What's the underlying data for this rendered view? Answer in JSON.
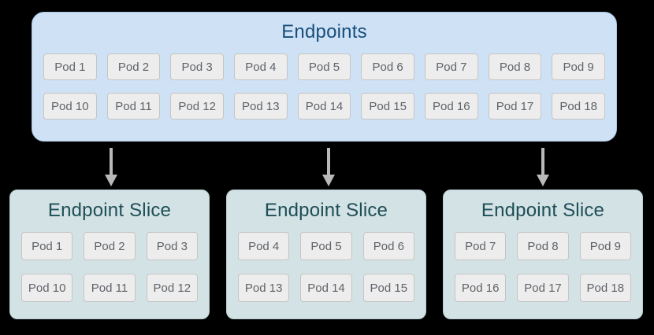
{
  "colors": {
    "page_bg": "#000000",
    "endpoints_bg": "#cfe1f4",
    "endpoints_border": "#a9c7e5",
    "endpoints_title": "#174e7c",
    "slice_bg": "#d3e2e4",
    "slice_border": "#b7ced2",
    "slice_title": "#1e4e57",
    "pod_bg": "#ededed",
    "pod_border": "#c5c5c5",
    "pod_text": "#5f6368",
    "arrow": "#b9b9b9"
  },
  "icons": {
    "down_arrow_icon": "css-triangle-down"
  },
  "endpoints_box": {
    "title": "Endpoints",
    "pods": [
      "Pod 1",
      "Pod 2",
      "Pod 3",
      "Pod 4",
      "Pod 5",
      "Pod 6",
      "Pod 7",
      "Pod 8",
      "Pod 9",
      "Pod 10",
      "Pod 11",
      "Pod 12",
      "Pod 13",
      "Pod 14",
      "Pod 15",
      "Pod 16",
      "Pod 17",
      "Pod 18"
    ]
  },
  "slices": [
    {
      "title": "Endpoint Slice",
      "pods": [
        "Pod 1",
        "Pod 2",
        "Pod 3",
        "Pod 10",
        "Pod 11",
        "Pod 12"
      ]
    },
    {
      "title": "Endpoint Slice",
      "pods": [
        "Pod 4",
        "Pod 5",
        "Pod 6",
        "Pod 13",
        "Pod 14",
        "Pod 15"
      ]
    },
    {
      "title": "Endpoint Slice",
      "pods": [
        "Pod 7",
        "Pod 8",
        "Pod 9",
        "Pod 16",
        "Pod 17",
        "Pod 18"
      ]
    }
  ]
}
